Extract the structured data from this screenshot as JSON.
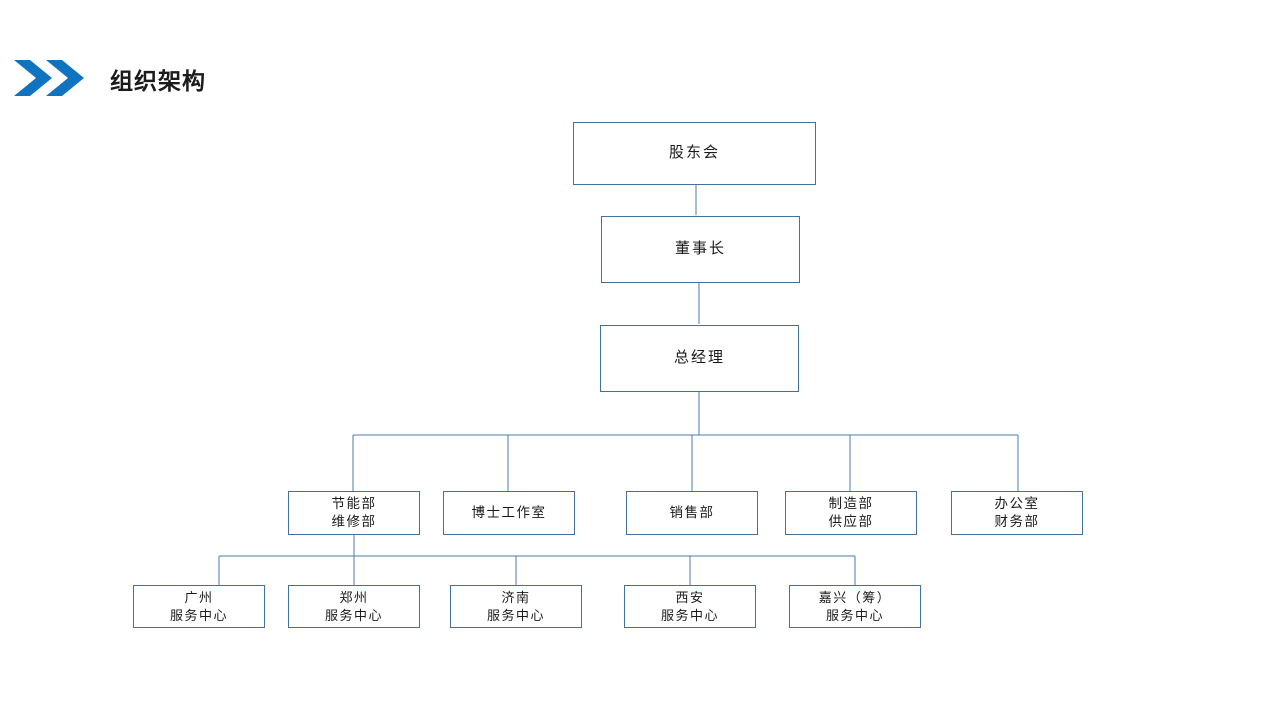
{
  "header": {
    "title": "组织架构",
    "accent_color": "#1073bf",
    "chevron_icon": "double-chevron-right-icon"
  },
  "theme": {
    "box_border_color": "#41719c",
    "connector_color": "#4a7eb0",
    "text_color": "#1a1a1a",
    "background": "#ffffff"
  },
  "chart_data": {
    "type": "diagram",
    "subtype": "organization-chart",
    "title": "组织架构",
    "orientation": "top-down",
    "levels": [
      {
        "level": 1,
        "nodes": [
          {
            "id": "shareholders",
            "lines": [
              "股东会"
            ]
          }
        ]
      },
      {
        "level": 2,
        "nodes": [
          {
            "id": "chairman",
            "lines": [
              "董事长"
            ]
          }
        ]
      },
      {
        "level": 3,
        "nodes": [
          {
            "id": "general-manager",
            "lines": [
              "总经理"
            ]
          }
        ]
      },
      {
        "level": 4,
        "nodes": [
          {
            "id": "energy-maintenance",
            "lines": [
              "节能部",
              "维修部"
            ]
          },
          {
            "id": "doctoral-studio",
            "lines": [
              "博士工作室"
            ]
          },
          {
            "id": "sales",
            "lines": [
              "销售部"
            ]
          },
          {
            "id": "manufacturing-supply",
            "lines": [
              "制造部",
              "供应部"
            ]
          },
          {
            "id": "office-finance",
            "lines": [
              "办公室",
              "财务部"
            ]
          }
        ]
      },
      {
        "level": 5,
        "nodes": [
          {
            "id": "guangzhou",
            "lines": [
              "广州",
              "服务中心"
            ]
          },
          {
            "id": "zhengzhou",
            "lines": [
              "郑州",
              "服务中心"
            ]
          },
          {
            "id": "jinan",
            "lines": [
              "济南",
              "服务中心"
            ]
          },
          {
            "id": "xian",
            "lines": [
              "西安",
              "服务中心"
            ]
          },
          {
            "id": "jiaxing",
            "lines": [
              "嘉兴（筹）",
              "服务中心"
            ]
          }
        ]
      }
    ],
    "edges": [
      {
        "from": "shareholders",
        "to": "chairman"
      },
      {
        "from": "chairman",
        "to": "general-manager"
      },
      {
        "from": "general-manager",
        "to": "energy-maintenance"
      },
      {
        "from": "general-manager",
        "to": "doctoral-studio"
      },
      {
        "from": "general-manager",
        "to": "sales"
      },
      {
        "from": "general-manager",
        "to": "manufacturing-supply"
      },
      {
        "from": "general-manager",
        "to": "office-finance"
      },
      {
        "from": "energy-maintenance",
        "to": "guangzhou"
      },
      {
        "from": "energy-maintenance",
        "to": "zhengzhou"
      },
      {
        "from": "energy-maintenance",
        "to": "jinan"
      },
      {
        "from": "energy-maintenance",
        "to": "xian"
      },
      {
        "from": "energy-maintenance",
        "to": "jiaxing"
      }
    ]
  }
}
